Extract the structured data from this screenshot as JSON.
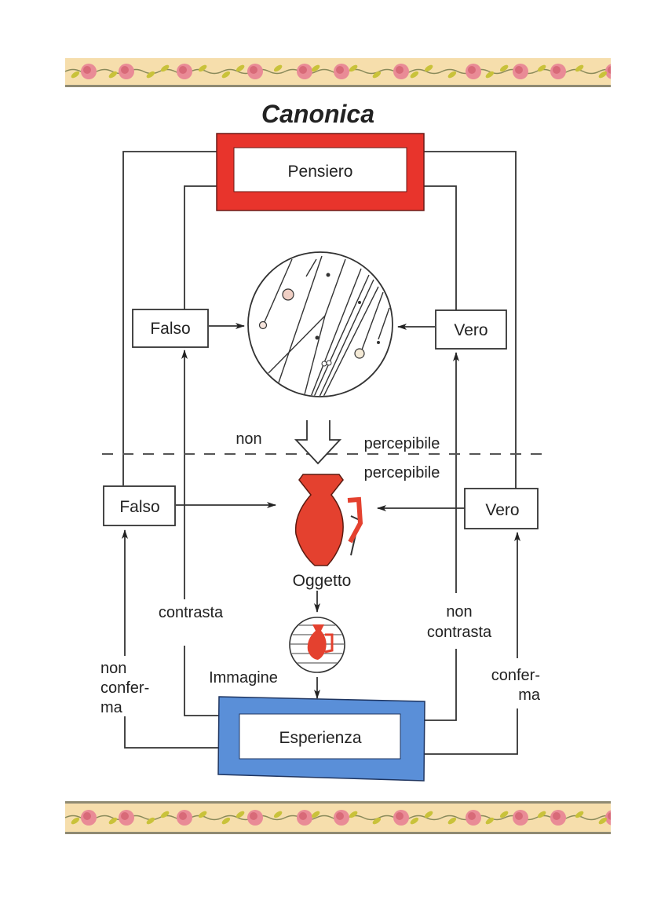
{
  "title": "Canonica",
  "boxes": {
    "top": "Pensiero",
    "bottom": "Esperienza",
    "upper_left": "Falso",
    "upper_right": "Vero",
    "lower_left": "Falso",
    "lower_right": "Vero"
  },
  "labels": {
    "non": "non",
    "percepibile_above": "percepibile",
    "percepibile_below": "percepibile",
    "oggetto": "Oggetto",
    "immagine": "Immagine",
    "contrasta": "contrasta",
    "non_contrasta_1": "non",
    "non_contrasta_2": "contrasta",
    "non_conferma_1": "non",
    "non_conferma_2": "confer-",
    "non_conferma_3": "ma",
    "conferma_1": "confer-",
    "conferma_2": "ma"
  },
  "colors": {
    "pensiero_frame": "#e8342c",
    "esperienza_frame": "#5a8fd8",
    "vase": "#e4412f",
    "border_bg": "#f6deac",
    "rose": "#e98b96",
    "leaf": "#c9c23a"
  }
}
